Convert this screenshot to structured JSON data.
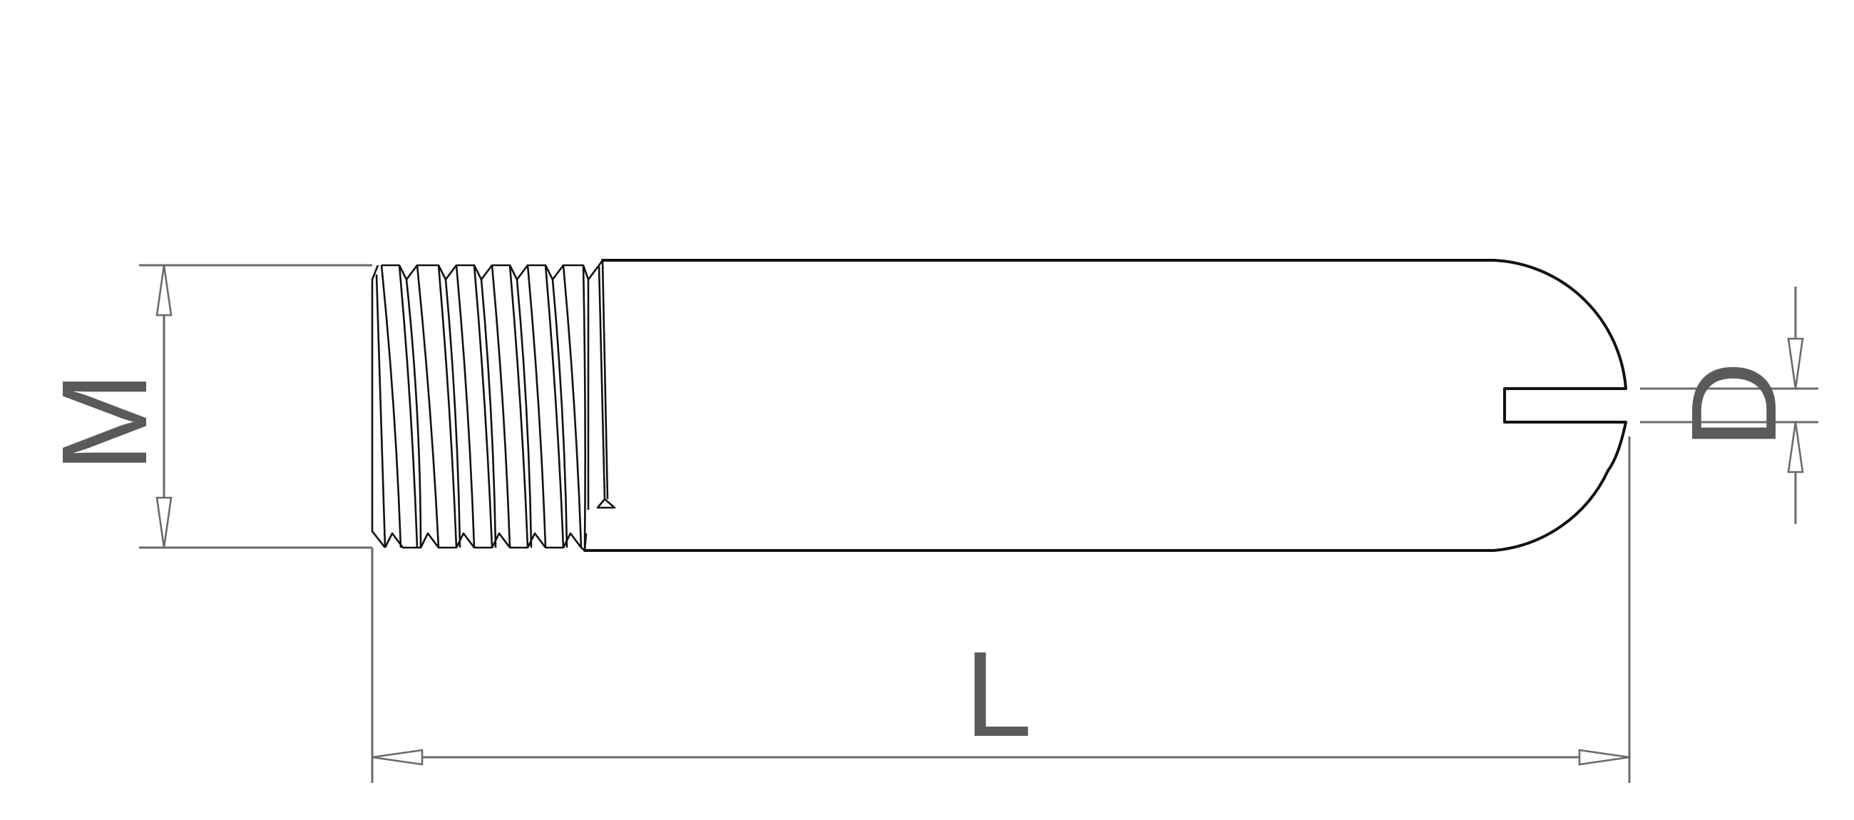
{
  "labels": {
    "thread_diameter": "M",
    "length": "L",
    "slot_width": "D"
  },
  "colors": {
    "outline": "#111111",
    "dimension_lines": "#6a6a6a",
    "label_text": "#5a5a5a",
    "background": "#ffffff"
  },
  "parts": [
    "threaded-section",
    "shank",
    "rounded-slotted-end"
  ]
}
